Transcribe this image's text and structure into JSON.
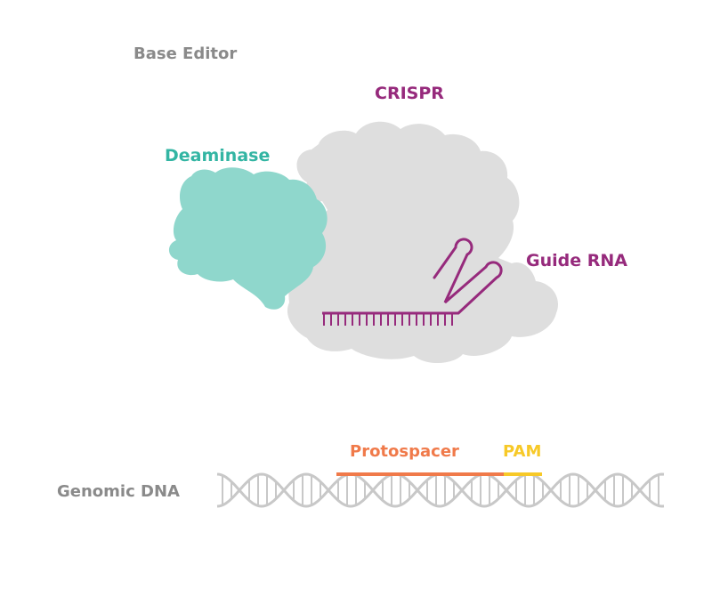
{
  "labels": {
    "base_editor": "Base Editor",
    "crispr": "CRISPR",
    "deaminase": "Deaminase",
    "guide_rna": "Guide RNA",
    "protospacer": "Protospacer",
    "pam": "PAM",
    "genomic_dna": "Genomic DNA"
  },
  "colors": {
    "label_gray": "#8a8a8a",
    "crispr_purple": "#962a7c",
    "deaminase_teal": "#33b5a3",
    "deaminase_fill": "#8fd7cc",
    "crispr_fill": "#dedede",
    "dna_gray": "#c8c8c8",
    "protospacer_orange": "#f07a4a",
    "pam_yellow": "#f7c928"
  }
}
